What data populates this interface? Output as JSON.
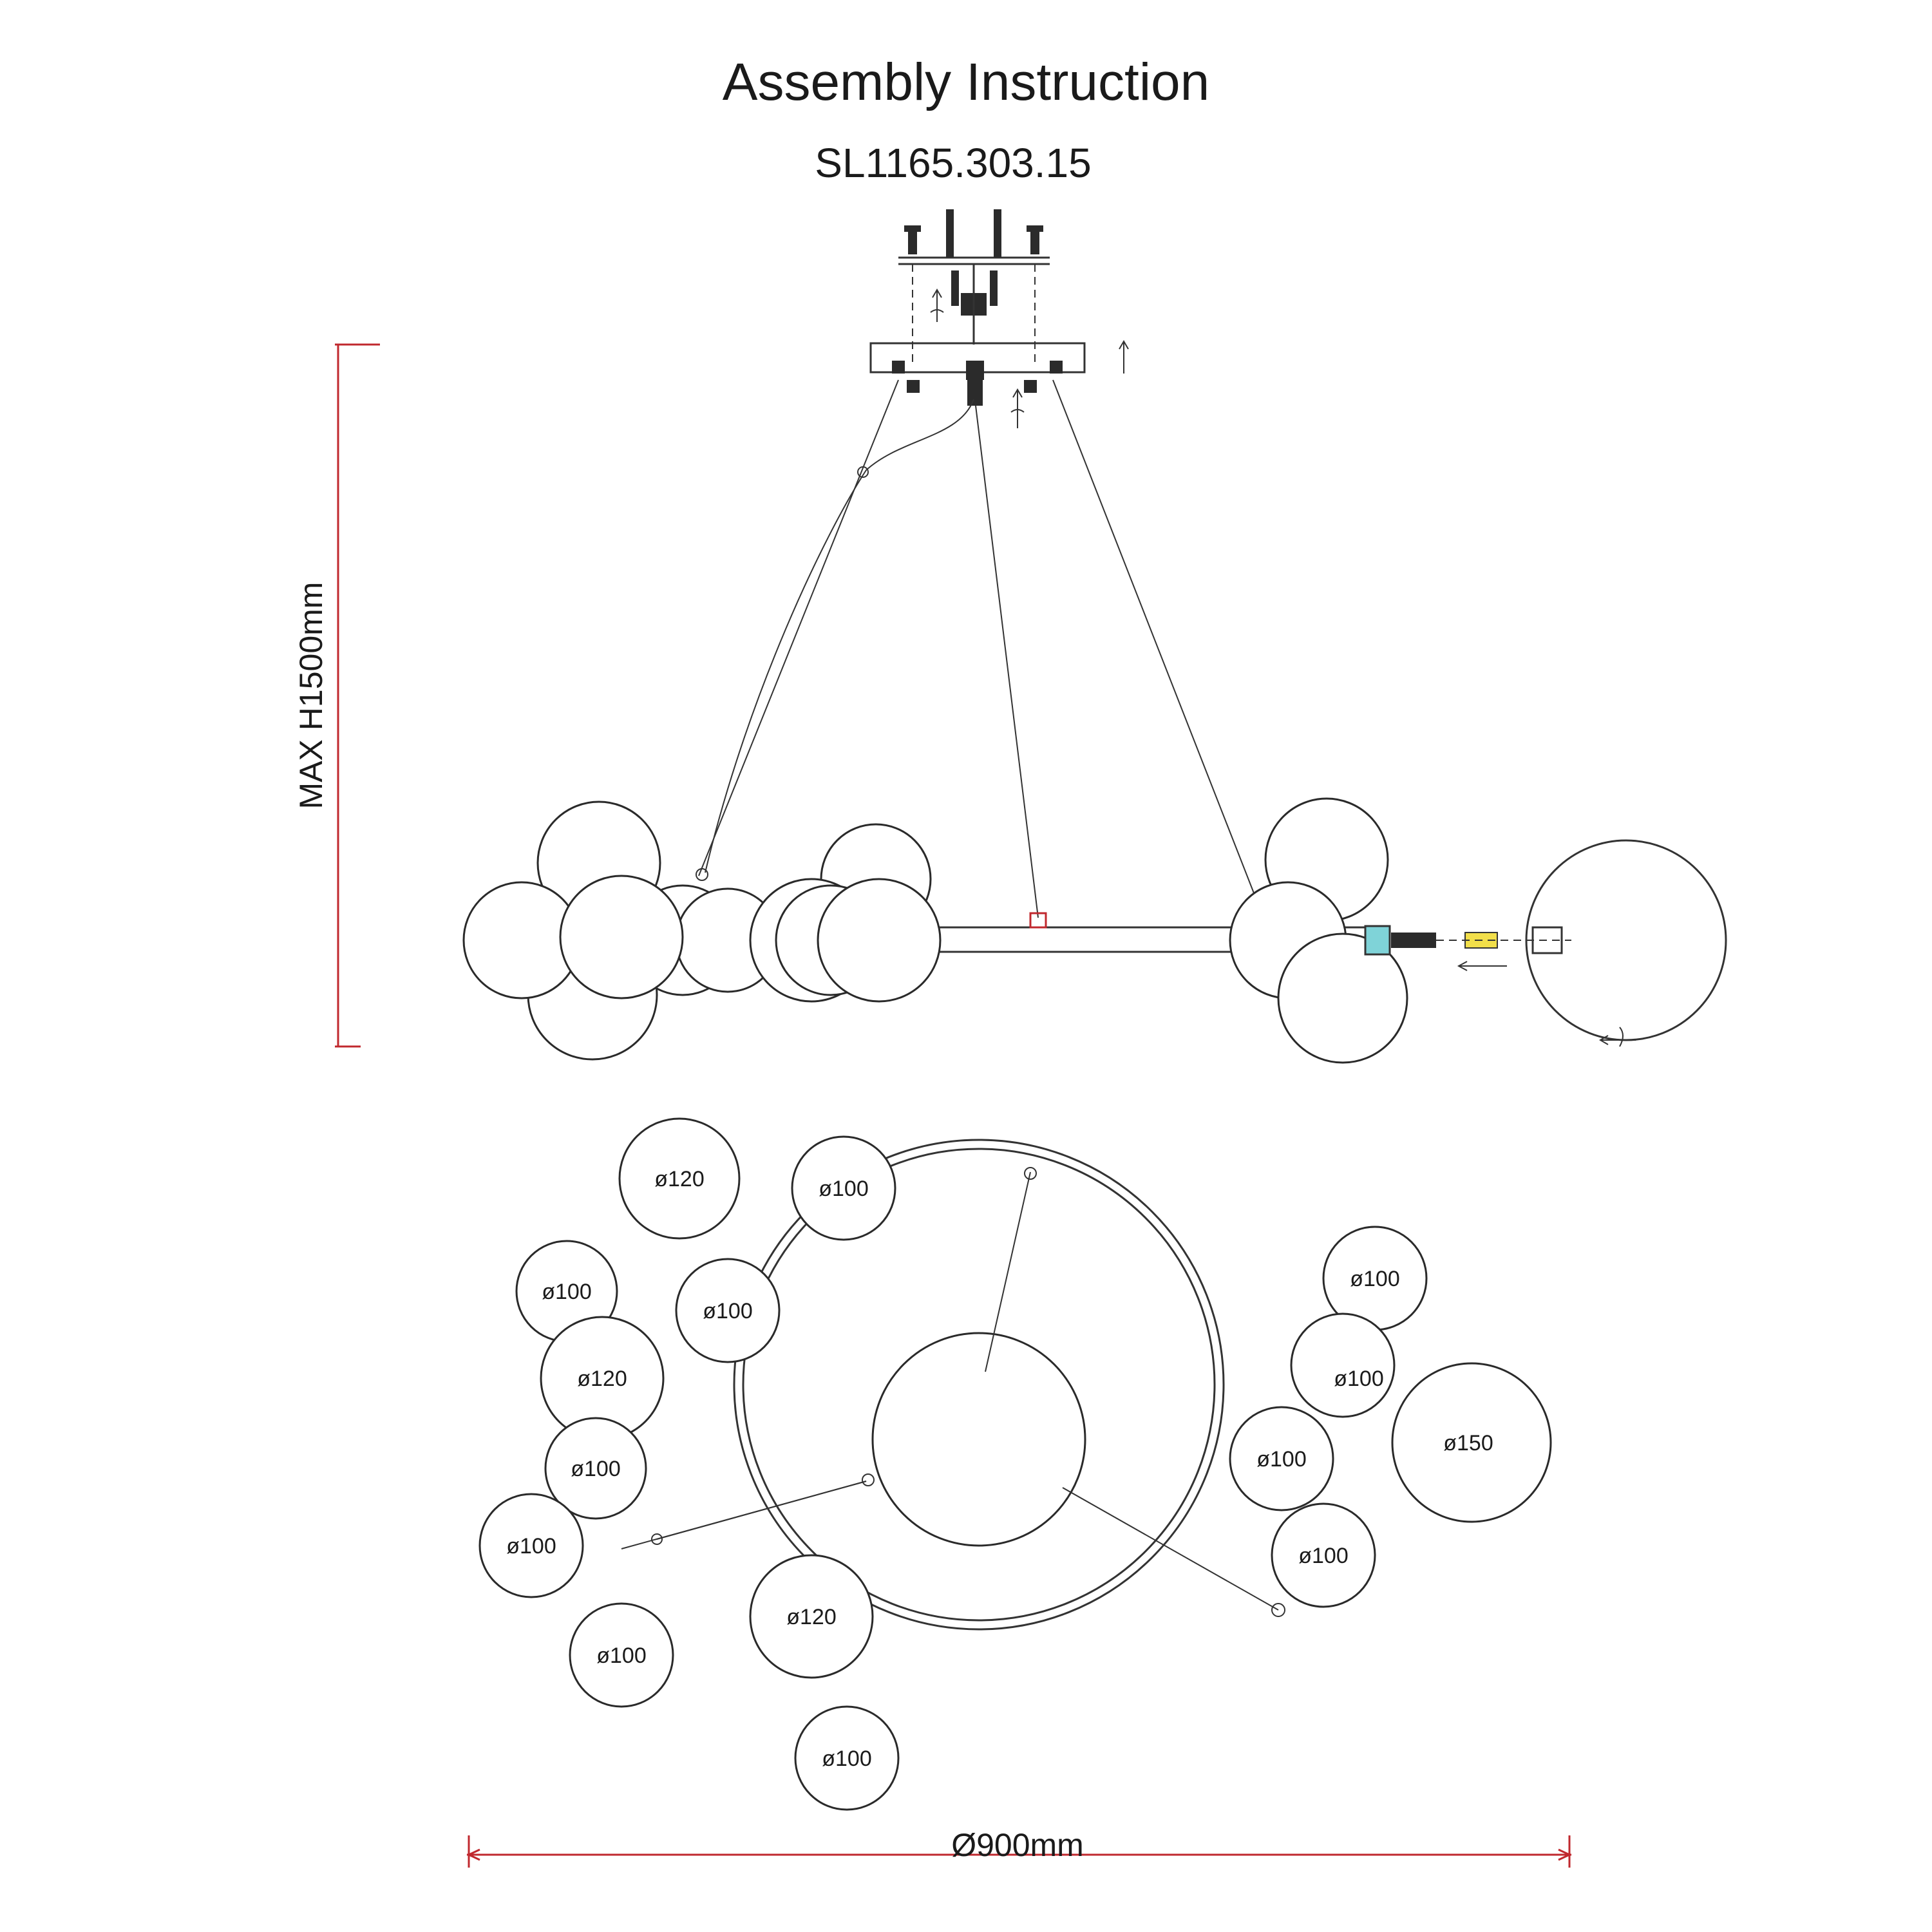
{
  "title": "Assembly Instruction",
  "model": "SL1165.303.15",
  "height_label": "MAX H1500mm",
  "diameter_label": "Ø900mm",
  "colors": {
    "line": "#333333",
    "dimension": "#c0282e",
    "connector_cyan": "#7fd3d8",
    "connector_yellow": "#f2df4a",
    "pin_red": "#c0282e"
  },
  "globes": [
    {
      "label": "ø120"
    },
    {
      "label": "ø100"
    },
    {
      "label": "ø100"
    },
    {
      "label": "ø100"
    },
    {
      "label": "ø120"
    },
    {
      "label": "ø100"
    },
    {
      "label": "ø100"
    },
    {
      "label": "ø100"
    },
    {
      "label": "ø120"
    },
    {
      "label": "ø100"
    },
    {
      "label": "ø100"
    },
    {
      "label": "ø100"
    },
    {
      "label": "ø150"
    },
    {
      "label": "ø100"
    },
    {
      "label": "ø100"
    }
  ]
}
